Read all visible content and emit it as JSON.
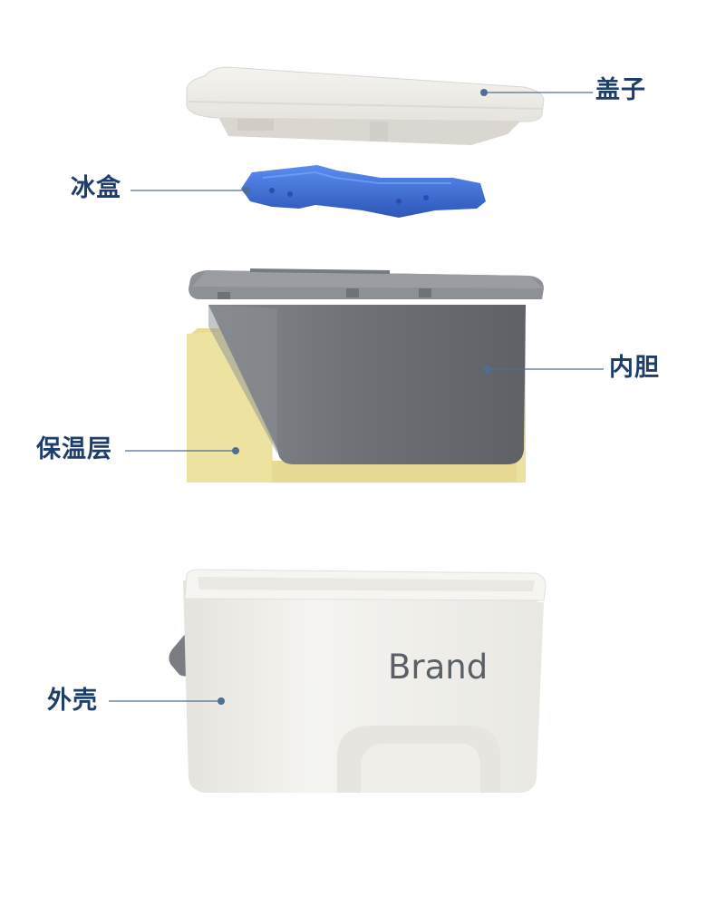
{
  "labels": {
    "lid": "盖子",
    "ice_box": "冰盒",
    "inner_liner": "内胆",
    "insulation": "保温层",
    "outer_shell": "外壳"
  },
  "brand_text": "Brand",
  "colors": {
    "label_text": "#1e3d6b",
    "leader_line": "#4f6f92",
    "lid": "#eeece7",
    "ice_pack": "#3d6fd6",
    "inner_liner": "#6f7276",
    "insulation": "#ede3a0",
    "outer_shell": "#f1f0ec",
    "handle": "#7a7d82",
    "brand_text": "#5b5f66"
  }
}
